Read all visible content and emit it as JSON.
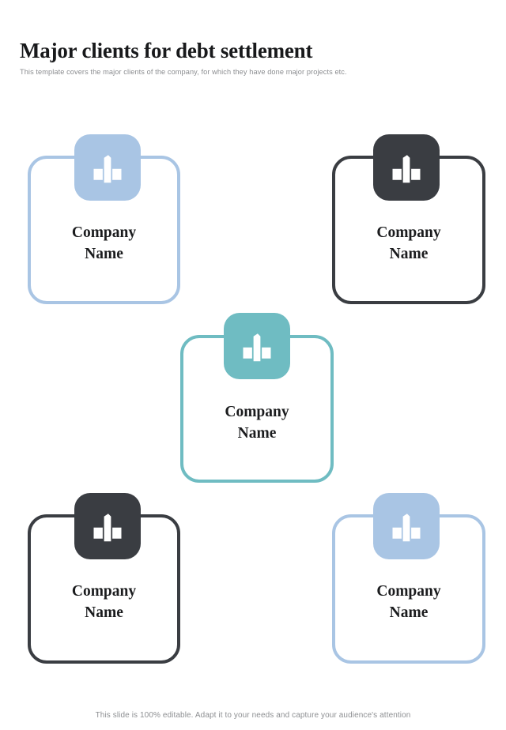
{
  "header": {
    "title": "Major clients for debt settlement",
    "subtitle": "This template covers the major clients of the company, for which they have done major projects etc."
  },
  "colors": {
    "light_blue": "#a9c5e4",
    "dark_charcoal": "#3a3d42",
    "teal": "#6fbcc2",
    "title_text": "#18191b",
    "subtitle_text": "#8b8d90",
    "card_label_text": "#1b1c1e",
    "footer_text": "#8d8f92",
    "background": "#ffffff"
  },
  "cards": [
    {
      "id": "top-left",
      "label": "Company\nName",
      "color": "#a9c5e4",
      "icon": "building-icon",
      "position": "top-left"
    },
    {
      "id": "top-right",
      "label": "Company\nName",
      "color": "#3a3d42",
      "icon": "building-icon",
      "position": "top-right"
    },
    {
      "id": "center",
      "label": "Company\nName",
      "color": "#6fbcc2",
      "icon": "building-icon",
      "position": "center"
    },
    {
      "id": "bottom-left",
      "label": "Company\nName",
      "color": "#3a3d42",
      "icon": "building-icon",
      "position": "bottom-left"
    },
    {
      "id": "bottom-right",
      "label": "Company\nName",
      "color": "#a9c5e4",
      "icon": "building-icon",
      "position": "bottom-right"
    }
  ],
  "footer": {
    "note": "This slide is 100% editable. Adapt it to your needs and capture your audience's attention"
  }
}
